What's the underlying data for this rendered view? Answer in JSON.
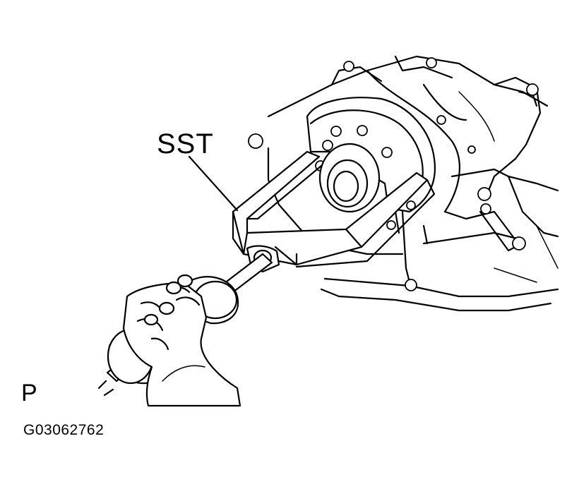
{
  "labels": {
    "tool": "SST",
    "view_marker": "P",
    "figure_code": "G03062762"
  },
  "colors": {
    "ink": "#000000",
    "paper": "#ffffff"
  }
}
